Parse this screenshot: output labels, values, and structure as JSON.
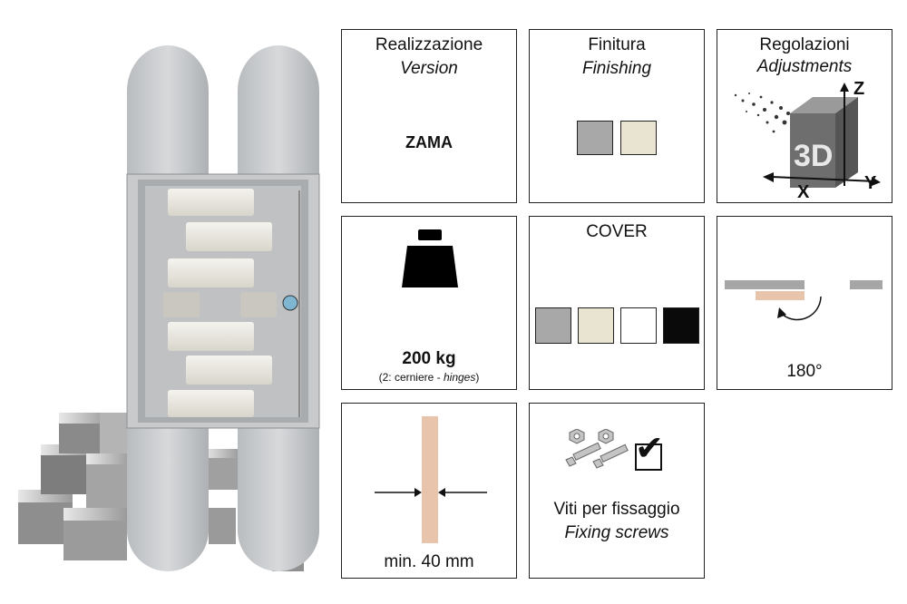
{
  "cards": {
    "version": {
      "title_it": "Realizzazione",
      "title_en": "Version",
      "value": "ZAMA"
    },
    "finishing": {
      "title_it": "Finitura",
      "title_en": "Finishing",
      "swatches": [
        "#a8a8a8",
        "#e9e3d2"
      ]
    },
    "adjustments": {
      "title_it": "Regolazioni",
      "title_en": "Adjustments",
      "badge": "3D",
      "axes": {
        "x": "X",
        "y": "Y",
        "z": "Z"
      }
    },
    "load": {
      "value": "200 kg",
      "note_prefix": "(2: cerniere - ",
      "note_em": "hinges",
      "note_suffix": ")"
    },
    "cover": {
      "title": "COVER",
      "swatches": [
        "#a8a8a8",
        "#e9e3d2",
        "#ffffff",
        "#0a0a0a"
      ]
    },
    "opening": {
      "angle": "180°"
    },
    "thickness": {
      "label": "min. 40 mm"
    },
    "screws": {
      "title_it": "Viti per fissaggio",
      "title_en": "Fixing screws",
      "check": "✔"
    }
  }
}
